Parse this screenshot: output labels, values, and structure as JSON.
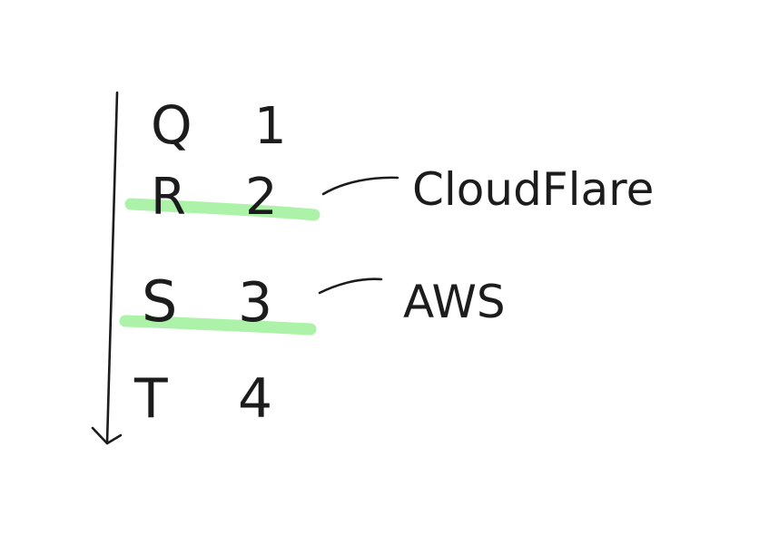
{
  "colors": {
    "background": "#ffffff",
    "ink": "#1c1c1c",
    "highlight": "#9ef09a"
  },
  "rows": [
    {
      "letter": "Q",
      "number": "1",
      "highlighted": false
    },
    {
      "letter": "R",
      "number": "2",
      "highlighted": true
    },
    {
      "letter": "S",
      "number": "3",
      "highlighted": true
    },
    {
      "letter": "T",
      "number": "4",
      "highlighted": false
    }
  ],
  "annotations": [
    {
      "label": "CloudFlare",
      "row": "R"
    },
    {
      "label": "AWS",
      "row": "S"
    }
  ]
}
